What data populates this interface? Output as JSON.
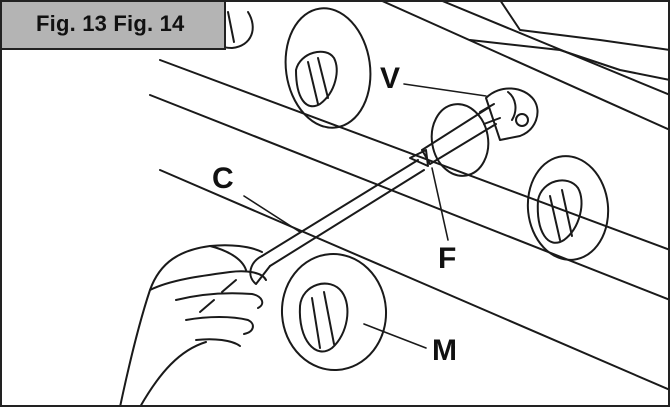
{
  "figure": {
    "caption": "Fig. 13 Fig. 14",
    "labels": {
      "valve": "V",
      "screwdriver": "C",
      "fitting": "F",
      "knob": "M"
    }
  }
}
